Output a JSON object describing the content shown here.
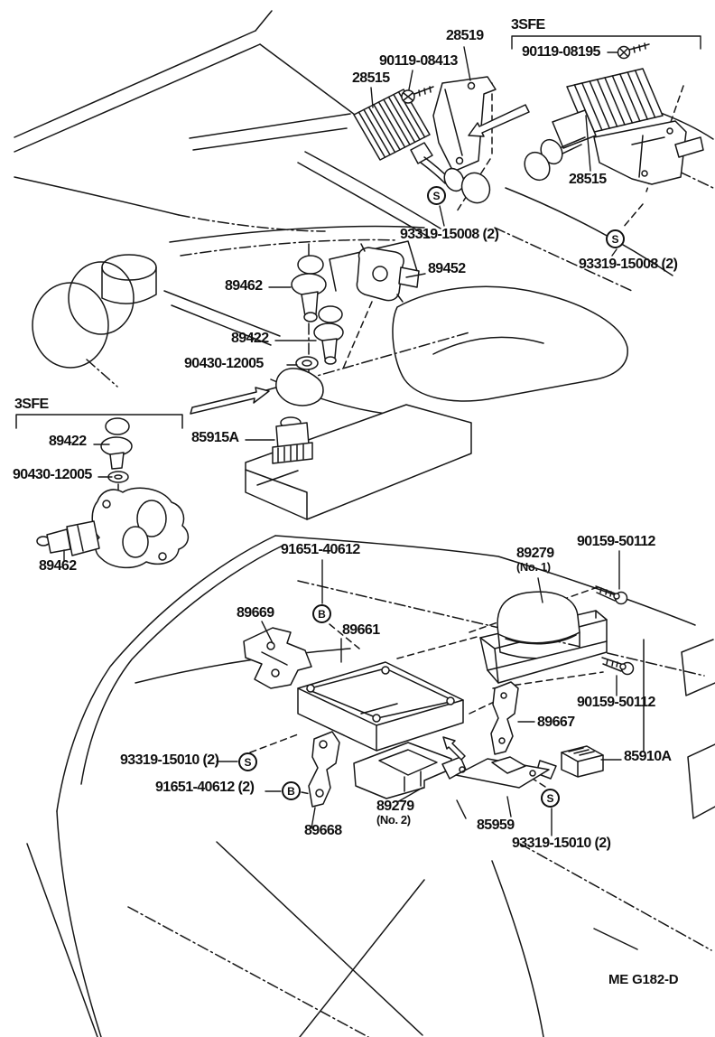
{
  "page": {
    "bg": "#ffffff",
    "line_color": "#161616",
    "footer_code": "ME G182-D"
  },
  "labels": [
    {
      "text": "3SFE"
    },
    {
      "text": "28519"
    },
    {
      "text": "90119-08413"
    },
    {
      "text": "90119-08195"
    },
    {
      "text": "28515"
    },
    {
      "text": "28515"
    },
    {
      "text": "93319-15008 (2)"
    },
    {
      "text": "93319-15008 (2)"
    },
    {
      "text": "89452"
    },
    {
      "text": "89462"
    },
    {
      "text": "89422"
    },
    {
      "text": "90430-12005"
    },
    {
      "text": "3SFE"
    },
    {
      "text": "89422"
    },
    {
      "text": "90430-12005"
    },
    {
      "text": "85915A"
    },
    {
      "text": "89462"
    },
    {
      "text": "91651-40612"
    },
    {
      "text": "89279",
      "sub": "(No. 1)"
    },
    {
      "text": "90159-50112"
    },
    {
      "text": "89669"
    },
    {
      "text": "89661"
    },
    {
      "text": "90159-50112"
    },
    {
      "text": "89667"
    },
    {
      "text": "85910A"
    },
    {
      "text": "93319-15010 (2)"
    },
    {
      "text": "91651-40612 (2)"
    },
    {
      "text": "89279",
      "sub": "(No. 2)"
    },
    {
      "text": "89668"
    },
    {
      "text": "85959"
    },
    {
      "text": "93319-15010 (2)"
    }
  ],
  "symbols": [
    {
      "letter": "S"
    },
    {
      "letter": "S"
    },
    {
      "letter": "B"
    },
    {
      "letter": "S"
    },
    {
      "letter": "B"
    },
    {
      "letter": "S"
    }
  ]
}
